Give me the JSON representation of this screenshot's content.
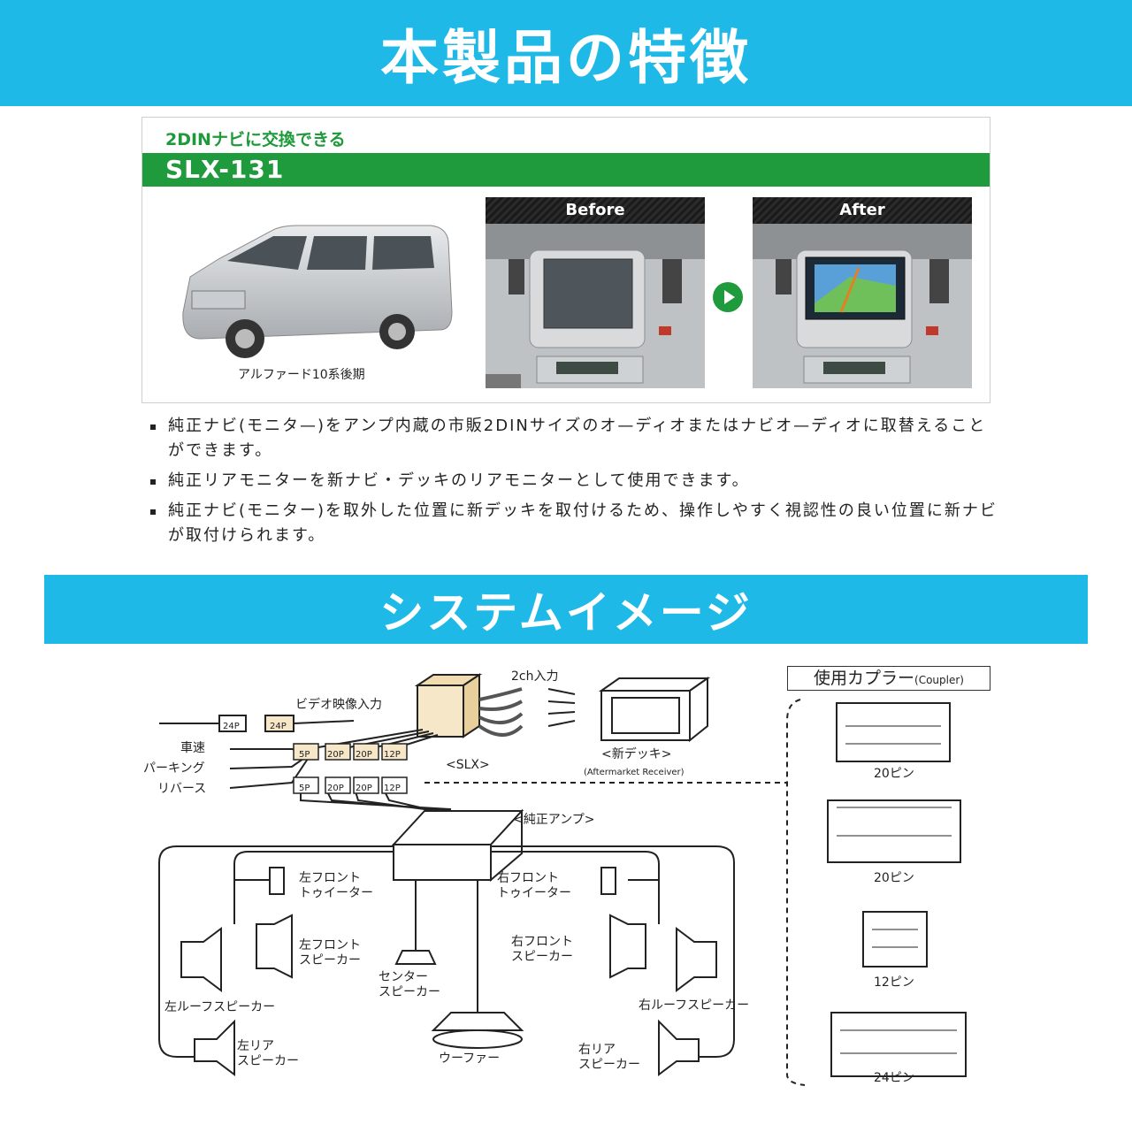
{
  "header": {
    "title": "本製品の特徴"
  },
  "product": {
    "subtitle": "2DINナビに交換できる",
    "model": "SLX-131",
    "car_caption": "アルファード10系後期",
    "before_label": "Before",
    "after_label": "After"
  },
  "features": [
    "純正ナビ(モニタ—)をアンプ内蔵の市販2DINサイズのオ—ディオまたはナビオ—ディオに取替えることができます。",
    "純正リアモニターを新ナビ・デッキのリアモニターとして使用できます。",
    "純正ナビ(モニター)を取外した位置に新デッキを取付けるため、操作しやすく視認性の良い位置に新ナビが取付けられます。"
  ],
  "system": {
    "title": "システムイメージ",
    "labels": {
      "input_2ch": "2ch入力",
      "video_input": "ビデオ映像入力",
      "p24a": "24P",
      "p24b": "24P",
      "speed": "車速",
      "parking": "パーキング",
      "reverse": "リバース",
      "slx": "<SLX>",
      "new_deck": "<新デッキ>",
      "aftermarket": "(Aftermarket Receiver)",
      "oem_amp": "<純正アンプ>",
      "lf_tweeter": "左フロント\nトゥイーター",
      "rf_tweeter": "右フロント\nトゥイーター",
      "lf_speaker": "左フロント\nスピーカー",
      "rf_speaker": "右フロント\nスピーカー",
      "center": "センター\nスピーカー",
      "l_roof": "左ルーフスピーカー",
      "r_roof": "右ルーフスピーカー",
      "l_rear": "左リア\nスピーカー",
      "r_rear": "右リア\nスピーカー",
      "woofer": "ウーファー",
      "conn_row1": [
        "5P",
        "20P",
        "20P",
        "12P"
      ],
      "conn_row2": [
        "5P",
        "20P",
        "20P",
        "12P"
      ]
    },
    "couplers": {
      "title": "使用カプラー",
      "title_en": "(Coupler)",
      "items": [
        "20ピン",
        "20ピン",
        "12ピン",
        "24ピン"
      ]
    }
  }
}
